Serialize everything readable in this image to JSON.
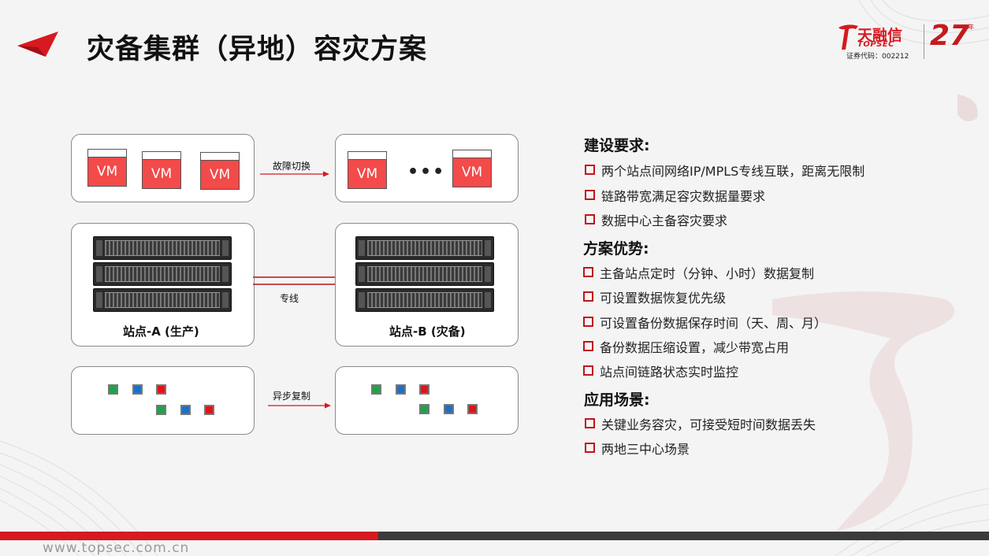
{
  "title": "灾备集群（异地）容灾方案",
  "logo": {
    "brand_cn": "天融信",
    "brand_en": "TOPSEC",
    "stock": "证券代码：002212",
    "anniversary": "27",
    "anniversary_suffix": "年"
  },
  "diagram": {
    "vm_label": "VM",
    "dots": "•••",
    "failover_label": "故障切换",
    "leased_line_label": "专线",
    "async_label": "异步复制",
    "site_a": "站点-A (生产)",
    "site_b": "站点-B (灾备)"
  },
  "sections": [
    {
      "title": "建设要求:",
      "items": [
        "两个站点间网络IP/MPLS专线互联，距离无限制",
        "链路带宽满足容灾数据量要求",
        "数据中心主备容灾要求"
      ]
    },
    {
      "title": "方案优势:",
      "items": [
        "主备站点定时（分钟、小时）数据复制",
        "可设置数据恢复优先级",
        "可设置备份数据保存时间（天、周、月）",
        "备份数据压缩设置，减少带宽占用",
        "站点间链路状态实时监控"
      ]
    },
    {
      "title": "应用场景:",
      "items": [
        "关键业务容灾，可接受短时间数据丢失",
        "两地三中心场景"
      ]
    }
  ],
  "footer": {
    "url": "www.topsec.com.cn"
  },
  "colors": {
    "accent": "#d71920",
    "vm_fill": "#f34a4a",
    "dark_bar": "#3b3b3b",
    "green": "#1fa34a",
    "blue": "#1f6fc4",
    "red": "#e0141a"
  }
}
